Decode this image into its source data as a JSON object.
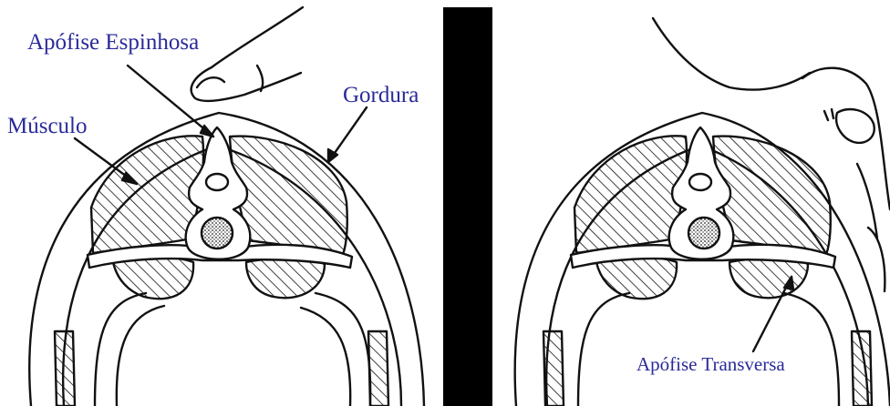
{
  "labels": {
    "spinous_process": "Apófise Espinhosa",
    "muscle": "Músculo",
    "fat": "Gordura",
    "transverse_process": "Apófise Transversa"
  },
  "colors": {
    "label_text": "#2a2a9a",
    "line_art": "#111111",
    "divider": "#000000",
    "background": "#ffffff"
  }
}
